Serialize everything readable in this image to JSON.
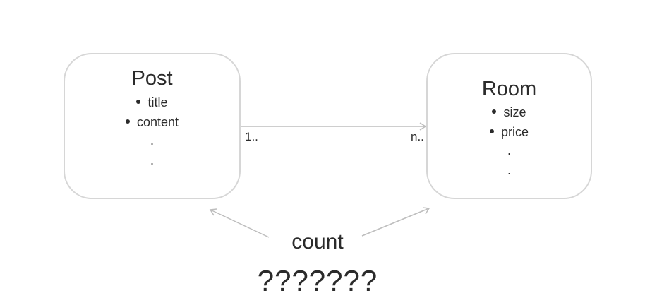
{
  "diagram": {
    "entities": [
      {
        "name": "Post",
        "attributes": [
          "title",
          "content"
        ],
        "continuation": [
          ".",
          "."
        ]
      },
      {
        "name": "Room",
        "attributes": [
          "size",
          "price"
        ],
        "continuation": [
          ".",
          "."
        ]
      }
    ],
    "relationship": {
      "from": "Post",
      "to": "Room",
      "from_multiplicity": "1..",
      "to_multiplicity": "n.."
    },
    "annotation": {
      "label": "count",
      "question": "???????"
    },
    "colors": {
      "box_border": "#d6d6d6",
      "line": "#bdbdbd",
      "text": "#2b2b2b"
    }
  }
}
